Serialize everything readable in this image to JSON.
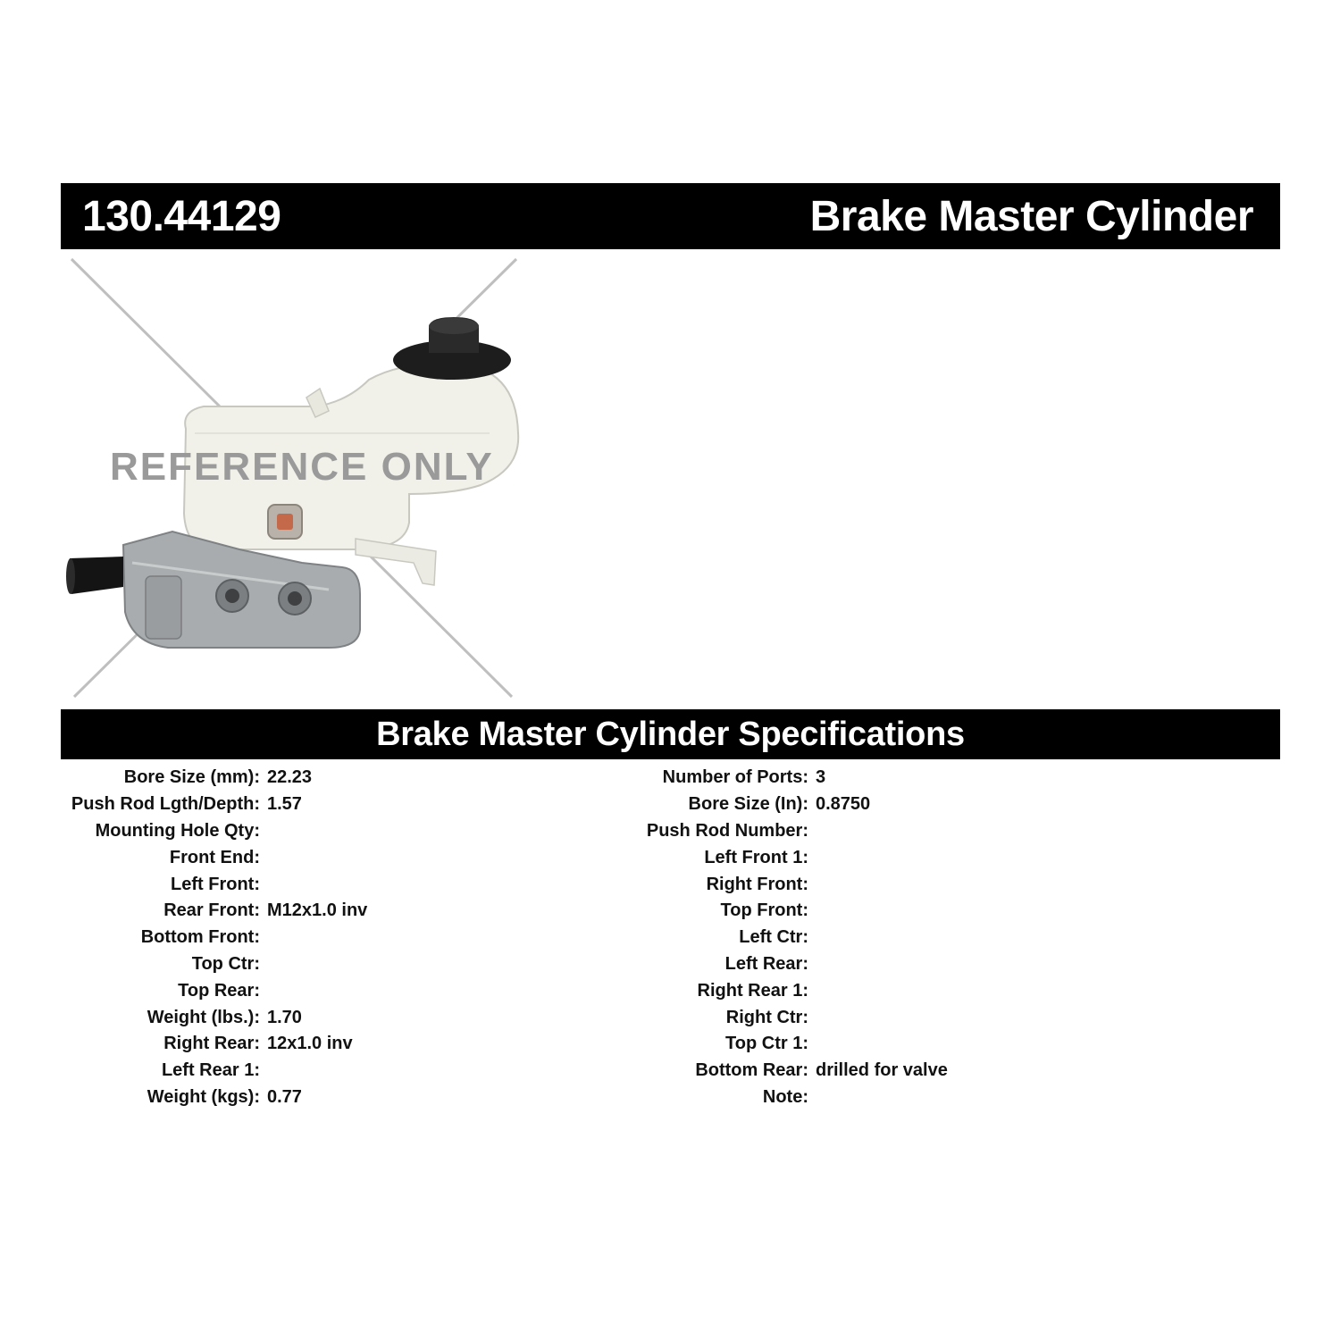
{
  "header": {
    "part_number": "130.44129",
    "title": "Brake Master Cylinder"
  },
  "image": {
    "watermark": "REFERENCE ONLY"
  },
  "specs": {
    "title": "Brake Master Cylinder Specifications",
    "left": [
      {
        "label": "Bore Size (mm):",
        "value": "22.23"
      },
      {
        "label": "Push Rod Lgth/Depth:",
        "value": "1.57"
      },
      {
        "label": "Mounting Hole Qty:",
        "value": ""
      },
      {
        "label": "Front End:",
        "value": ""
      },
      {
        "label": "Left Front:",
        "value": ""
      },
      {
        "label": "Rear Front:",
        "value": "M12x1.0 inv"
      },
      {
        "label": "Bottom Front:",
        "value": ""
      },
      {
        "label": "Top Ctr:",
        "value": ""
      },
      {
        "label": "Top Rear:",
        "value": ""
      },
      {
        "label": "Weight (lbs.):",
        "value": "1.70"
      },
      {
        "label": "Right Rear:",
        "value": "12x1.0 inv"
      },
      {
        "label": "Left Rear 1:",
        "value": ""
      },
      {
        "label": "Weight (kgs):",
        "value": "0.77"
      }
    ],
    "right": [
      {
        "label": "Number of Ports:",
        "value": "3"
      },
      {
        "label": "Bore Size (In):",
        "value": "0.8750"
      },
      {
        "label": "Push Rod Number:",
        "value": ""
      },
      {
        "label": "Left Front 1:",
        "value": ""
      },
      {
        "label": "Right Front:",
        "value": ""
      },
      {
        "label": "Top Front:",
        "value": ""
      },
      {
        "label": "Left Ctr:",
        "value": ""
      },
      {
        "label": "Left Rear:",
        "value": ""
      },
      {
        "label": "Right Rear 1:",
        "value": ""
      },
      {
        "label": "Right Ctr:",
        "value": ""
      },
      {
        "label": "Top Ctr 1:",
        "value": ""
      },
      {
        "label": "Bottom Rear:",
        "value": "drilled for valve"
      },
      {
        "label": "Note:",
        "value": ""
      }
    ]
  }
}
